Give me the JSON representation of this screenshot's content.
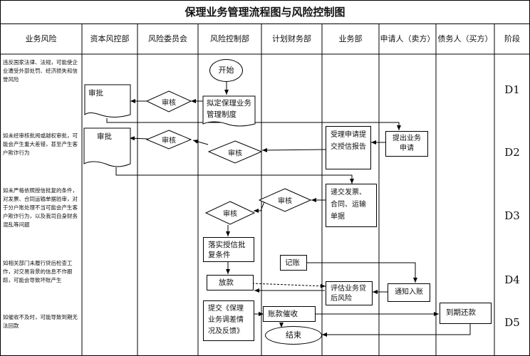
{
  "title": "保理业务管理流程图与风险控制图",
  "columns": [
    "业务风险",
    "资本风控部",
    "风险委员会",
    "风险控制部",
    "计划财务部",
    "业务部",
    "申请人（卖方）",
    "债务人（买方）",
    "阶段"
  ],
  "risks": [
    "违反国家法律、法规，可能使企业遭受外部处罚、经济损失和信誉风险",
    "如未经审核批阅或越权审批，可能会产生重大差错，甚至产生客户欺诈行为",
    "如未严格依照授信批复的条件，对发票、合同运输单据验审，对于分户账处理不当可能会产生客户欺诈行为，以及我司自身财务混乱等问题",
    "如相关部门未履行贷后检查工作，对交易背景的信息不作跟踪，可能会导致坏账产生",
    "如催收不及时，可能导致到期无法回款"
  ],
  "stages": [
    "D1",
    "D2",
    "D3",
    "D4",
    "D5"
  ],
  "nodes": {
    "start": "开始",
    "approve1": "审批",
    "review_committee1": "审核",
    "draft_system": "拟定保理业务管理制度",
    "approve2": "审批",
    "review_committee2": "审核",
    "review_risk2": "审核",
    "accept_apply": "受理申请提交授信报告",
    "submit_apply": "提出业务申请",
    "review_finance3": "审核",
    "submit_docs": "递交发票、合同、运输单据",
    "review_risk3": "审核",
    "implement_credit": "落实授信批复条件",
    "bookkeeping": "记账",
    "disburse": "放款",
    "evaluate": "评估业务贷后风险",
    "notify_account": "通知入账",
    "submit_report": "提交《保理业务调差情况及反馈》",
    "collect": "账款催收",
    "due_repay": "到期还款",
    "end": "结束"
  }
}
